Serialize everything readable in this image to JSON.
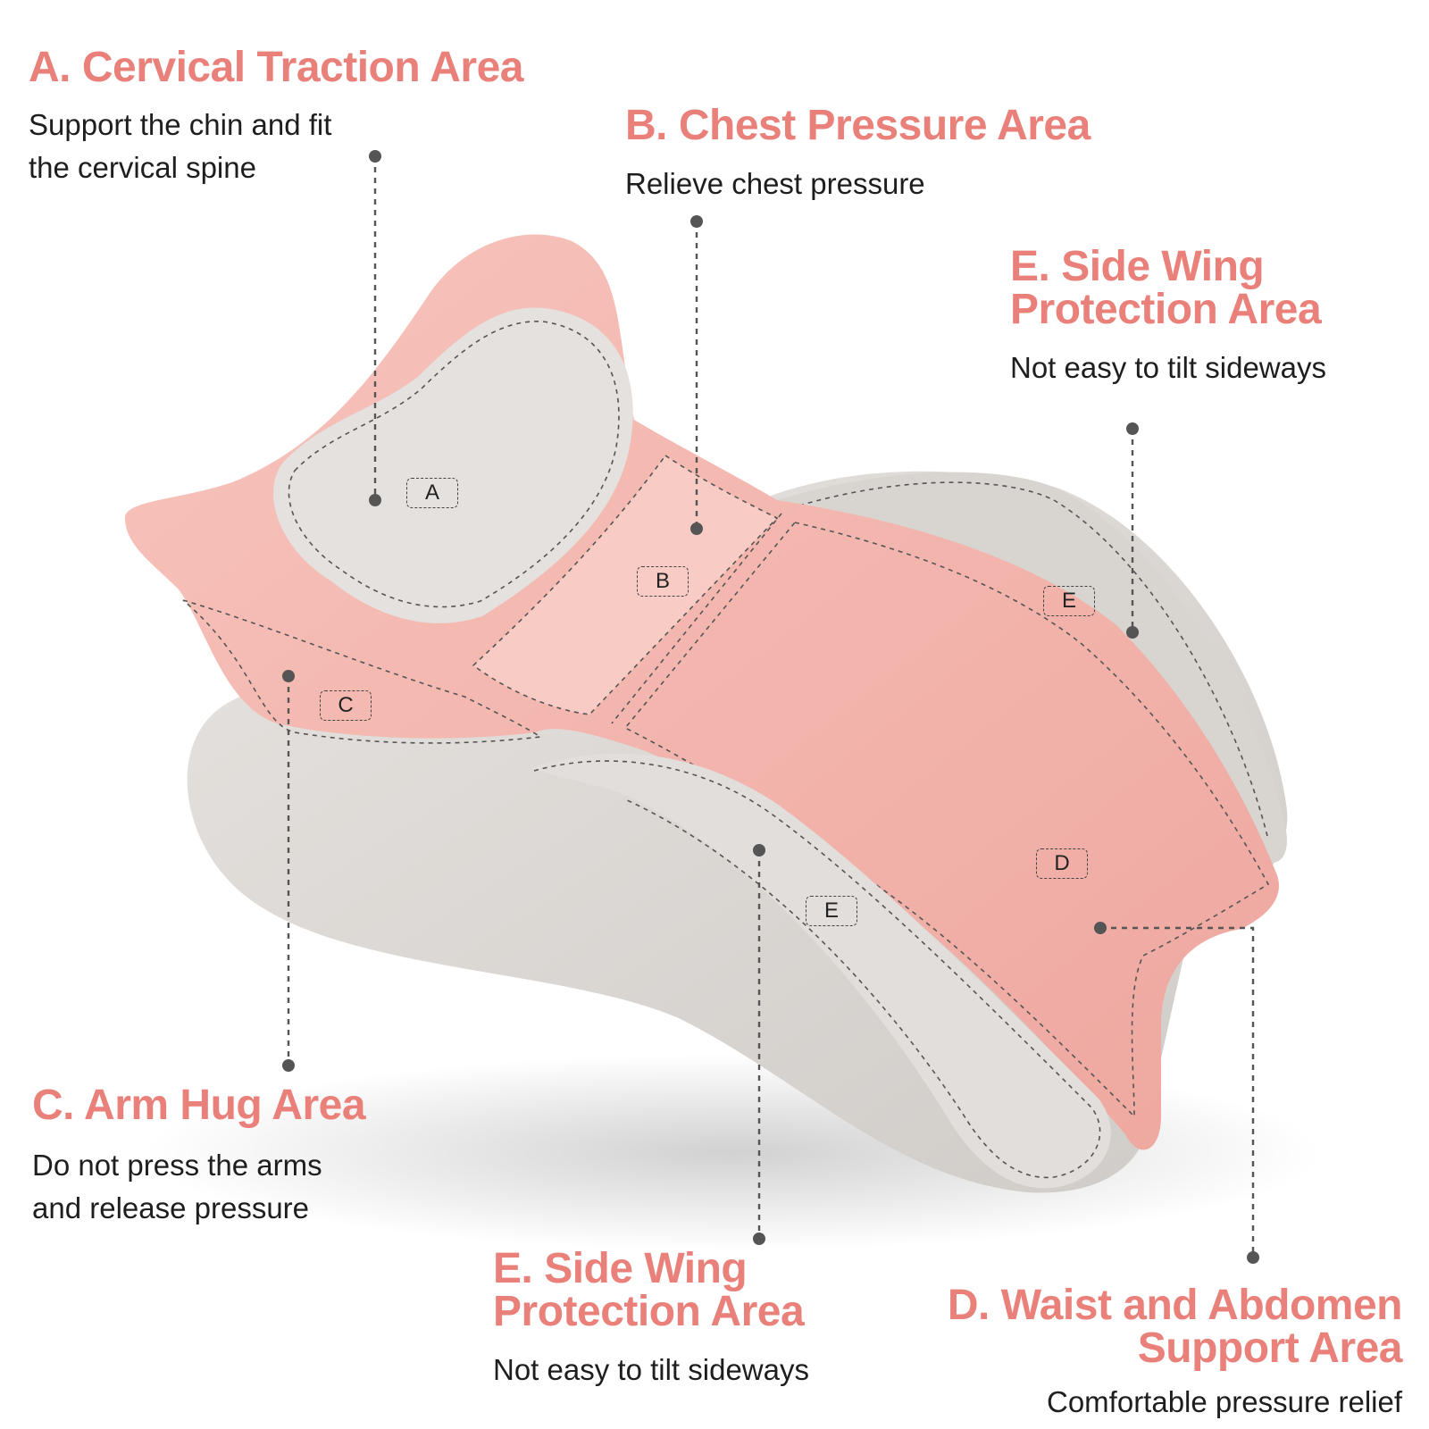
{
  "areas": {
    "a": {
      "title": "A. Cervical Traction Area",
      "desc": "Support the chin and fit\nthe cervical spine",
      "tag": "A"
    },
    "b": {
      "title": "B. Chest Pressure Area",
      "desc": "Relieve chest pressure",
      "tag": "B"
    },
    "c": {
      "title": "C. Arm Hug Area",
      "desc": "Do not press the arms\nand release pressure",
      "tag": "C"
    },
    "d": {
      "title": "D. Waist and Abdomen\nSupport Area",
      "desc": "Comfortable pressure relief",
      "tag": "D"
    },
    "e_top": {
      "title": "E. Side Wing\nProtection Area",
      "desc": "Not easy to tilt sideways",
      "tag": "E"
    },
    "e_bottom": {
      "title": "E. Side Wing\nProtection Area",
      "desc": "Not easy to tilt sideways",
      "tag": "E"
    }
  },
  "colors": {
    "accent": "#e9807a",
    "pillow_pink": "#f4b9b1",
    "pillow_gray": "#dcd9d6"
  }
}
